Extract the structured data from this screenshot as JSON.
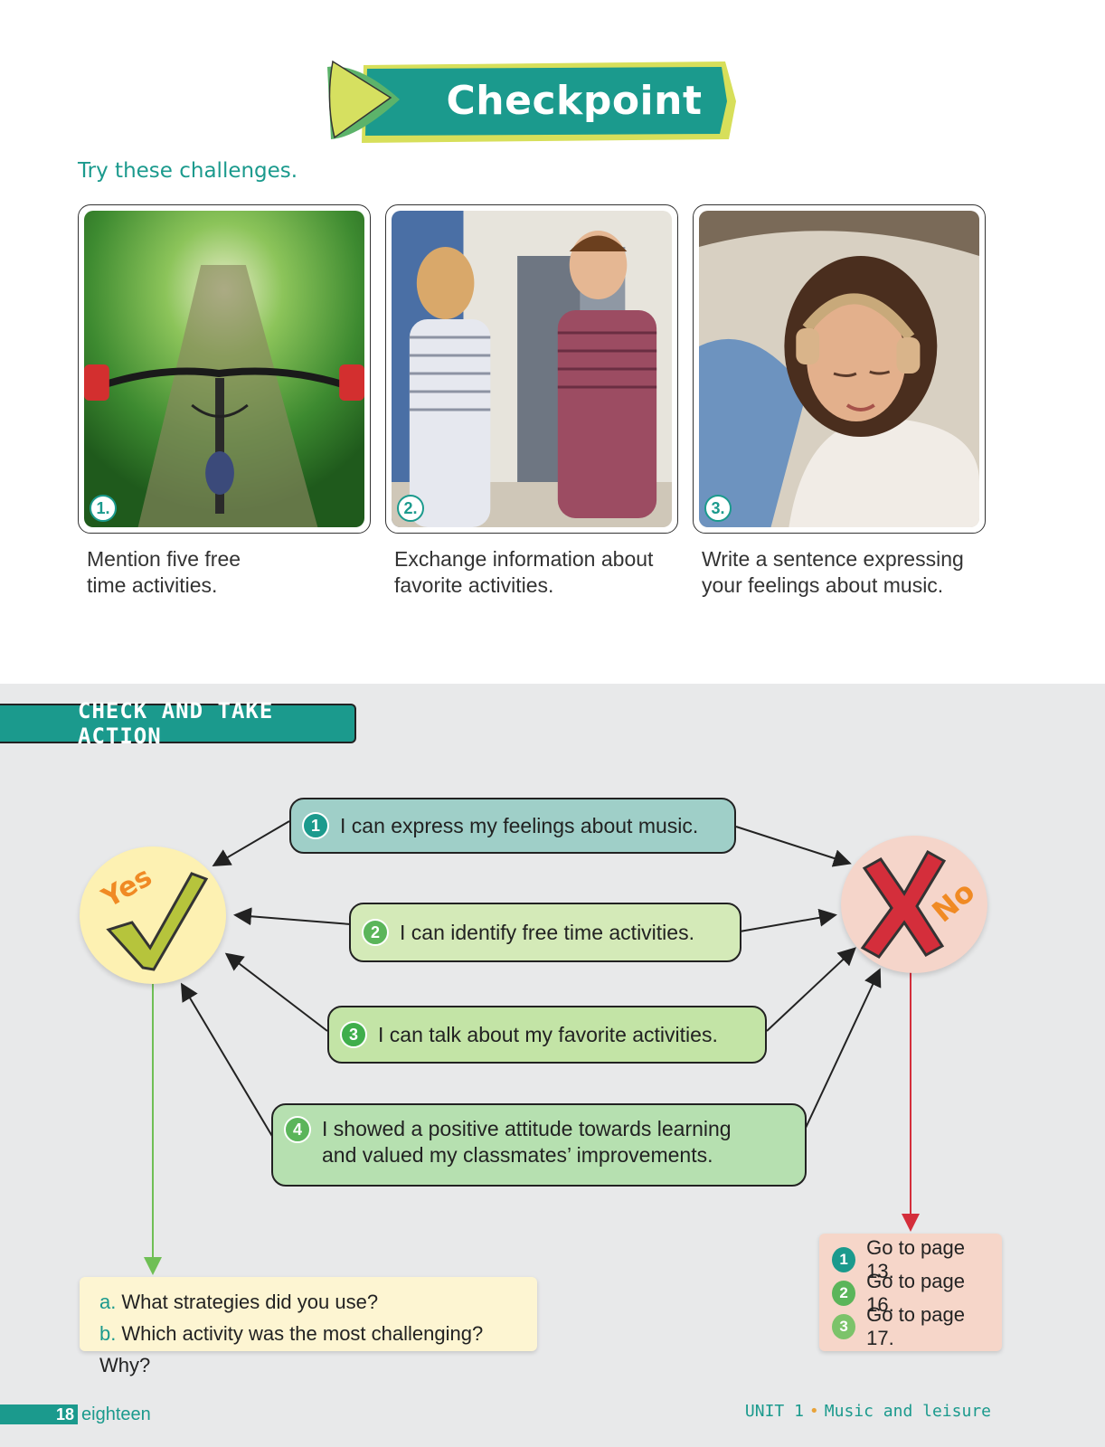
{
  "banner": {
    "title": "Checkpoint"
  },
  "subtitle": "Try these challenges.",
  "challenges": [
    {
      "number": "1.",
      "text_line1": "Mention five free",
      "text_line2": "time activities.",
      "image": "bicycle-trail-photo"
    },
    {
      "number": "2.",
      "text_line1": "Exchange information about",
      "text_line2": "favorite activities.",
      "image": "students-talking-photo"
    },
    {
      "number": "3.",
      "text_line1": "Write a sentence expressing",
      "text_line2": "your feelings about music.",
      "image": "girl-headphones-photo"
    }
  ],
  "section": {
    "title": "CHECK AND TAKE ACTION"
  },
  "yes": {
    "label": "Yes"
  },
  "no": {
    "label": "No"
  },
  "statements": [
    {
      "number": "1",
      "line1": "I can express my feelings about music.",
      "line2": "",
      "color": "#9fcfc8",
      "dot_color": "#1b9a8d"
    },
    {
      "number": "2",
      "line1": "I can identify free time activities.",
      "line2": "",
      "color": "#d4eab8",
      "dot_color": "#5bb55a"
    },
    {
      "number": "3",
      "line1": "I can talk about my favorite activities.",
      "line2": "",
      "color": "#c3e4a6",
      "dot_color": "#3fae4b"
    },
    {
      "number": "4",
      "line1": "I showed a positive attitude towards learning",
      "line2": "and valued my classmates’ improvements.",
      "color": "#b6e0b0",
      "dot_color": "#5bb55a"
    }
  ],
  "questions": [
    {
      "letter": "a.",
      "text": "What strategies did you use?"
    },
    {
      "letter": "b.",
      "text": "Which activity was the most challenging? Why?"
    }
  ],
  "go_to": [
    {
      "number": "1",
      "text": "Go to page 13.",
      "dot_color": "#1b9a8d"
    },
    {
      "number": "2",
      "text": "Go to page 16.",
      "dot_color": "#5bb55a"
    },
    {
      "number": "3",
      "text": "Go to page 17.",
      "dot_color": "#7cc36a"
    }
  ],
  "footer": {
    "page_number": "18",
    "page_word": "eighteen",
    "unit": "UNIT 1",
    "unit_title": "Music and leisure"
  },
  "colors": {
    "teal": "#1b9a8d",
    "yes_bg": "#fdf1b2",
    "no_bg": "#f5d5ca",
    "no_x": "#d42e3b",
    "check": "#b6c43c"
  }
}
